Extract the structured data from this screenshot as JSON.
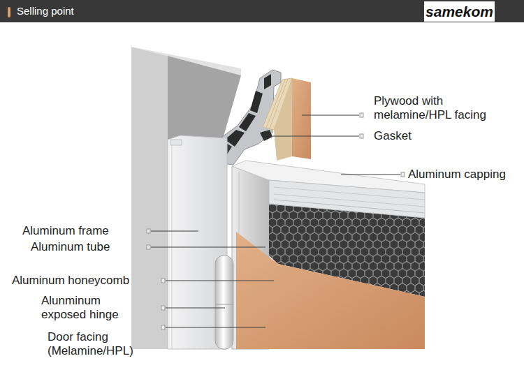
{
  "diagram": {
    "title": "Selling point",
    "labels": [
      "samekom",
      "Plywood with melamine/HPL facing",
      "Gasket",
      "Aluminum capping",
      "Aluminum frame",
      "Aluminum tube",
      "Aluminum honeycomb",
      "Alunminum exposed hinge",
      "Door facing (Melamine/HPL)"
    ]
  }
}
